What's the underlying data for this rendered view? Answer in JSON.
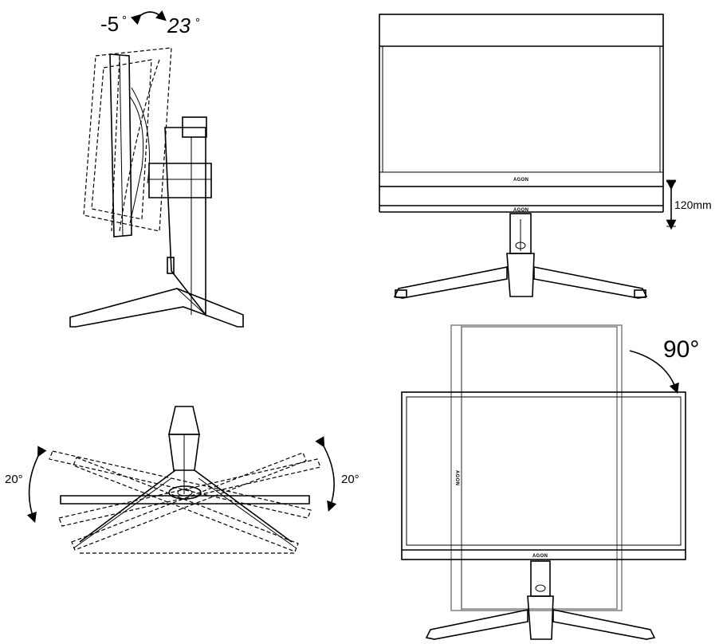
{
  "tilt": {
    "back_angle": "-5",
    "forward_angle": "23",
    "degree": "°"
  },
  "height": {
    "range": "120mm"
  },
  "swivel": {
    "left": "20°",
    "right": "20°"
  },
  "pivot": {
    "angle": "90°"
  },
  "brand": {
    "logo_text": "AGON"
  }
}
